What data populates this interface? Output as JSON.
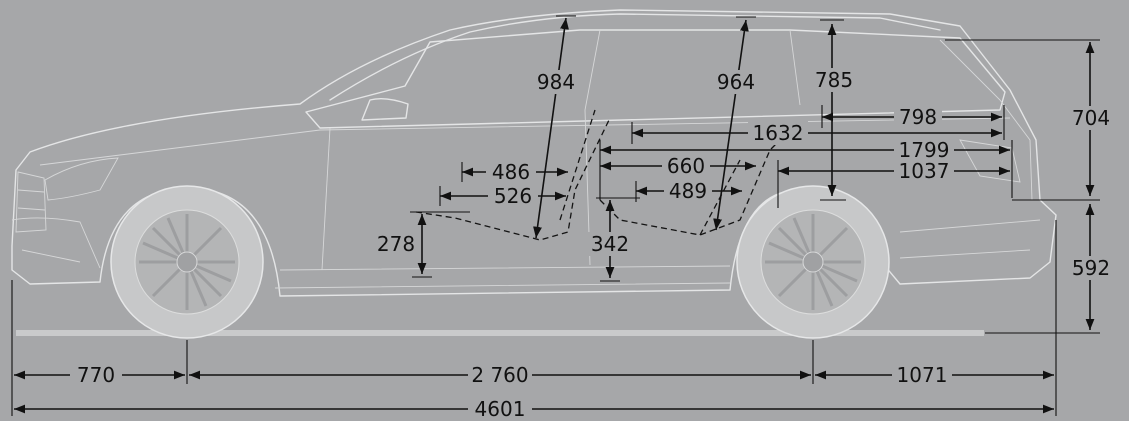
{
  "labels": {
    "headroom_front": "984",
    "headroom_rear": "964",
    "cargo_height": "785",
    "body_height_upper": "704",
    "body_height_lower": "592",
    "cargo_length_floor": "798",
    "cargo_length_rear_seat": "1632",
    "cargo_length_front_seat": "1799",
    "cargo_length_rear_seats_up": "1037",
    "seat_depth_front": "486",
    "seat_cushion_front": "526",
    "legroom_rear": "660",
    "seat_cushion_rear": "489",
    "seat_height_front": "278",
    "seat_height_rear": "342",
    "front_overhang": "770",
    "wheelbase": "2 760",
    "rear_overhang": "1071",
    "overall_length": "4601"
  },
  "colors": {
    "background": "#a6a7a9",
    "outline": "#e4e5e6",
    "dimension": "#111111"
  }
}
